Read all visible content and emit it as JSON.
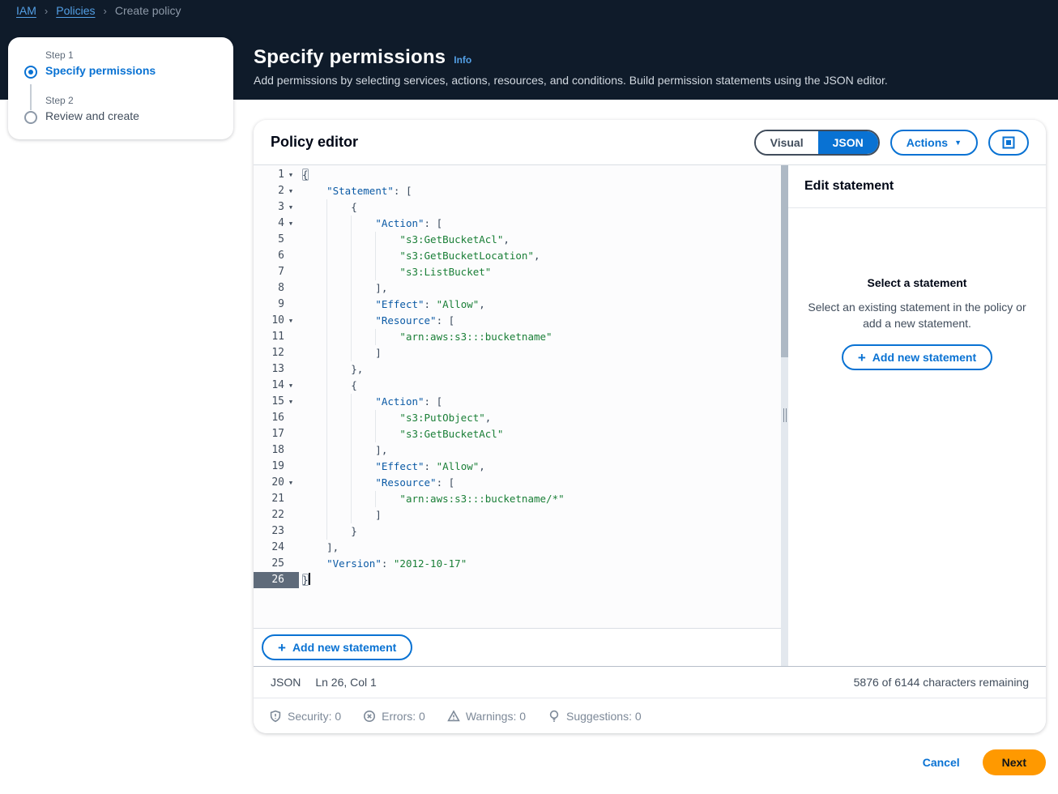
{
  "breadcrumb": {
    "items": [
      {
        "label": "IAM"
      },
      {
        "label": "Policies"
      },
      {
        "label": "Create policy"
      }
    ]
  },
  "page_header": {
    "title": "Specify permissions",
    "info_label": "Info",
    "description": "Add permissions by selecting services, actions, resources, and conditions. Build permission statements using the JSON editor."
  },
  "steps": [
    {
      "step_label": "Step 1",
      "title": "Specify permissions",
      "active": true
    },
    {
      "step_label": "Step 2",
      "title": "Review and create",
      "active": false
    }
  ],
  "policy_editor": {
    "title": "Policy editor",
    "toggle": {
      "visual_label": "Visual",
      "json_label": "JSON",
      "selected": "JSON"
    },
    "actions_label": "Actions",
    "add_statement_label": "Add new statement",
    "status_bar": {
      "mode": "JSON",
      "cursor_position": "Ln 26, Col 1",
      "characters_remaining": "5876 of 6144 characters remaining"
    },
    "checks": [
      {
        "name": "security",
        "label": "Security: 0"
      },
      {
        "name": "errors",
        "label": "Errors: 0"
      },
      {
        "name": "warnings",
        "label": "Warnings: 0"
      },
      {
        "name": "suggestions",
        "label": "Suggestions: 0"
      }
    ],
    "code_lines": [
      {
        "num": 1,
        "fold": true,
        "guides": 0,
        "tokens": [
          [
            "m",
            "{"
          ]
        ]
      },
      {
        "num": 2,
        "fold": true,
        "guides": 0,
        "tokens": [
          [
            "t",
            "    "
          ],
          [
            "k",
            "\"Statement\""
          ],
          [
            "t",
            ": ["
          ]
        ]
      },
      {
        "num": 3,
        "fold": true,
        "guides": 1,
        "tokens": [
          [
            "t",
            "        {"
          ]
        ]
      },
      {
        "num": 4,
        "fold": true,
        "guides": 2,
        "tokens": [
          [
            "t",
            "            "
          ],
          [
            "k",
            "\"Action\""
          ],
          [
            "t",
            ": ["
          ]
        ]
      },
      {
        "num": 5,
        "fold": false,
        "guides": 3,
        "tokens": [
          [
            "t",
            "                "
          ],
          [
            "s",
            "\"s3:GetBucketAcl\""
          ],
          [
            "t",
            ","
          ]
        ]
      },
      {
        "num": 6,
        "fold": false,
        "guides": 3,
        "tokens": [
          [
            "t",
            "                "
          ],
          [
            "s",
            "\"s3:GetBucketLocation\""
          ],
          [
            "t",
            ","
          ]
        ]
      },
      {
        "num": 7,
        "fold": false,
        "guides": 3,
        "tokens": [
          [
            "t",
            "                "
          ],
          [
            "s",
            "\"s3:ListBucket\""
          ]
        ]
      },
      {
        "num": 8,
        "fold": false,
        "guides": 2,
        "tokens": [
          [
            "t",
            "            ],"
          ]
        ]
      },
      {
        "num": 9,
        "fold": false,
        "guides": 2,
        "tokens": [
          [
            "t",
            "            "
          ],
          [
            "k",
            "\"Effect\""
          ],
          [
            "t",
            ": "
          ],
          [
            "s",
            "\"Allow\""
          ],
          [
            "t",
            ","
          ]
        ]
      },
      {
        "num": 10,
        "fold": true,
        "guides": 2,
        "tokens": [
          [
            "t",
            "            "
          ],
          [
            "k",
            "\"Resource\""
          ],
          [
            "t",
            ": ["
          ]
        ]
      },
      {
        "num": 11,
        "fold": false,
        "guides": 3,
        "tokens": [
          [
            "t",
            "                "
          ],
          [
            "s",
            "\"arn:aws:s3:::bucketname\""
          ]
        ]
      },
      {
        "num": 12,
        "fold": false,
        "guides": 2,
        "tokens": [
          [
            "t",
            "            ]"
          ]
        ]
      },
      {
        "num": 13,
        "fold": false,
        "guides": 1,
        "tokens": [
          [
            "t",
            "        },"
          ]
        ]
      },
      {
        "num": 14,
        "fold": true,
        "guides": 1,
        "tokens": [
          [
            "t",
            "        {"
          ]
        ]
      },
      {
        "num": 15,
        "fold": true,
        "guides": 2,
        "tokens": [
          [
            "t",
            "            "
          ],
          [
            "k",
            "\"Action\""
          ],
          [
            "t",
            ": ["
          ]
        ]
      },
      {
        "num": 16,
        "fold": false,
        "guides": 3,
        "tokens": [
          [
            "t",
            "                "
          ],
          [
            "s",
            "\"s3:PutObject\""
          ],
          [
            "t",
            ","
          ]
        ]
      },
      {
        "num": 17,
        "fold": false,
        "guides": 3,
        "tokens": [
          [
            "t",
            "                "
          ],
          [
            "s",
            "\"s3:GetBucketAcl\""
          ]
        ]
      },
      {
        "num": 18,
        "fold": false,
        "guides": 2,
        "tokens": [
          [
            "t",
            "            ],"
          ]
        ]
      },
      {
        "num": 19,
        "fold": false,
        "guides": 2,
        "tokens": [
          [
            "t",
            "            "
          ],
          [
            "k",
            "\"Effect\""
          ],
          [
            "t",
            ": "
          ],
          [
            "s",
            "\"Allow\""
          ],
          [
            "t",
            ","
          ]
        ]
      },
      {
        "num": 20,
        "fold": true,
        "guides": 2,
        "tokens": [
          [
            "t",
            "            "
          ],
          [
            "k",
            "\"Resource\""
          ],
          [
            "t",
            ": ["
          ]
        ]
      },
      {
        "num": 21,
        "fold": false,
        "guides": 3,
        "tokens": [
          [
            "t",
            "                "
          ],
          [
            "s",
            "\"arn:aws:s3:::bucketname/*\""
          ]
        ]
      },
      {
        "num": 22,
        "fold": false,
        "guides": 2,
        "tokens": [
          [
            "t",
            "            ]"
          ]
        ]
      },
      {
        "num": 23,
        "fold": false,
        "guides": 1,
        "tokens": [
          [
            "t",
            "        }"
          ]
        ]
      },
      {
        "num": 24,
        "fold": false,
        "guides": 0,
        "tokens": [
          [
            "t",
            "    ],"
          ]
        ]
      },
      {
        "num": 25,
        "fold": false,
        "guides": 0,
        "tokens": [
          [
            "t",
            "    "
          ],
          [
            "k",
            "\"Version\""
          ],
          [
            "t",
            ": "
          ],
          [
            "s",
            "\"2012-10-17\""
          ]
        ]
      },
      {
        "num": 26,
        "fold": false,
        "guides": 0,
        "active": true,
        "caret": true,
        "tokens": [
          [
            "m",
            "}"
          ]
        ]
      }
    ]
  },
  "edit_statement_panel": {
    "title": "Edit statement",
    "empty_title": "Select a statement",
    "empty_text": "Select an existing statement in the policy or add a new statement.",
    "add_button_label": "Add new statement"
  },
  "footer": {
    "cancel_label": "Cancel",
    "next_label": "Next"
  },
  "colors": {
    "accent_blue": "#0972d3",
    "header_bg": "#0f1b2a",
    "breadcrumb_link": "#539fe5",
    "next_button_orange": "#ff9900",
    "code_key_blue": "#0b5aa5",
    "code_string_green": "#1a7f37",
    "active_line_gutter": "#5f6b7a"
  }
}
